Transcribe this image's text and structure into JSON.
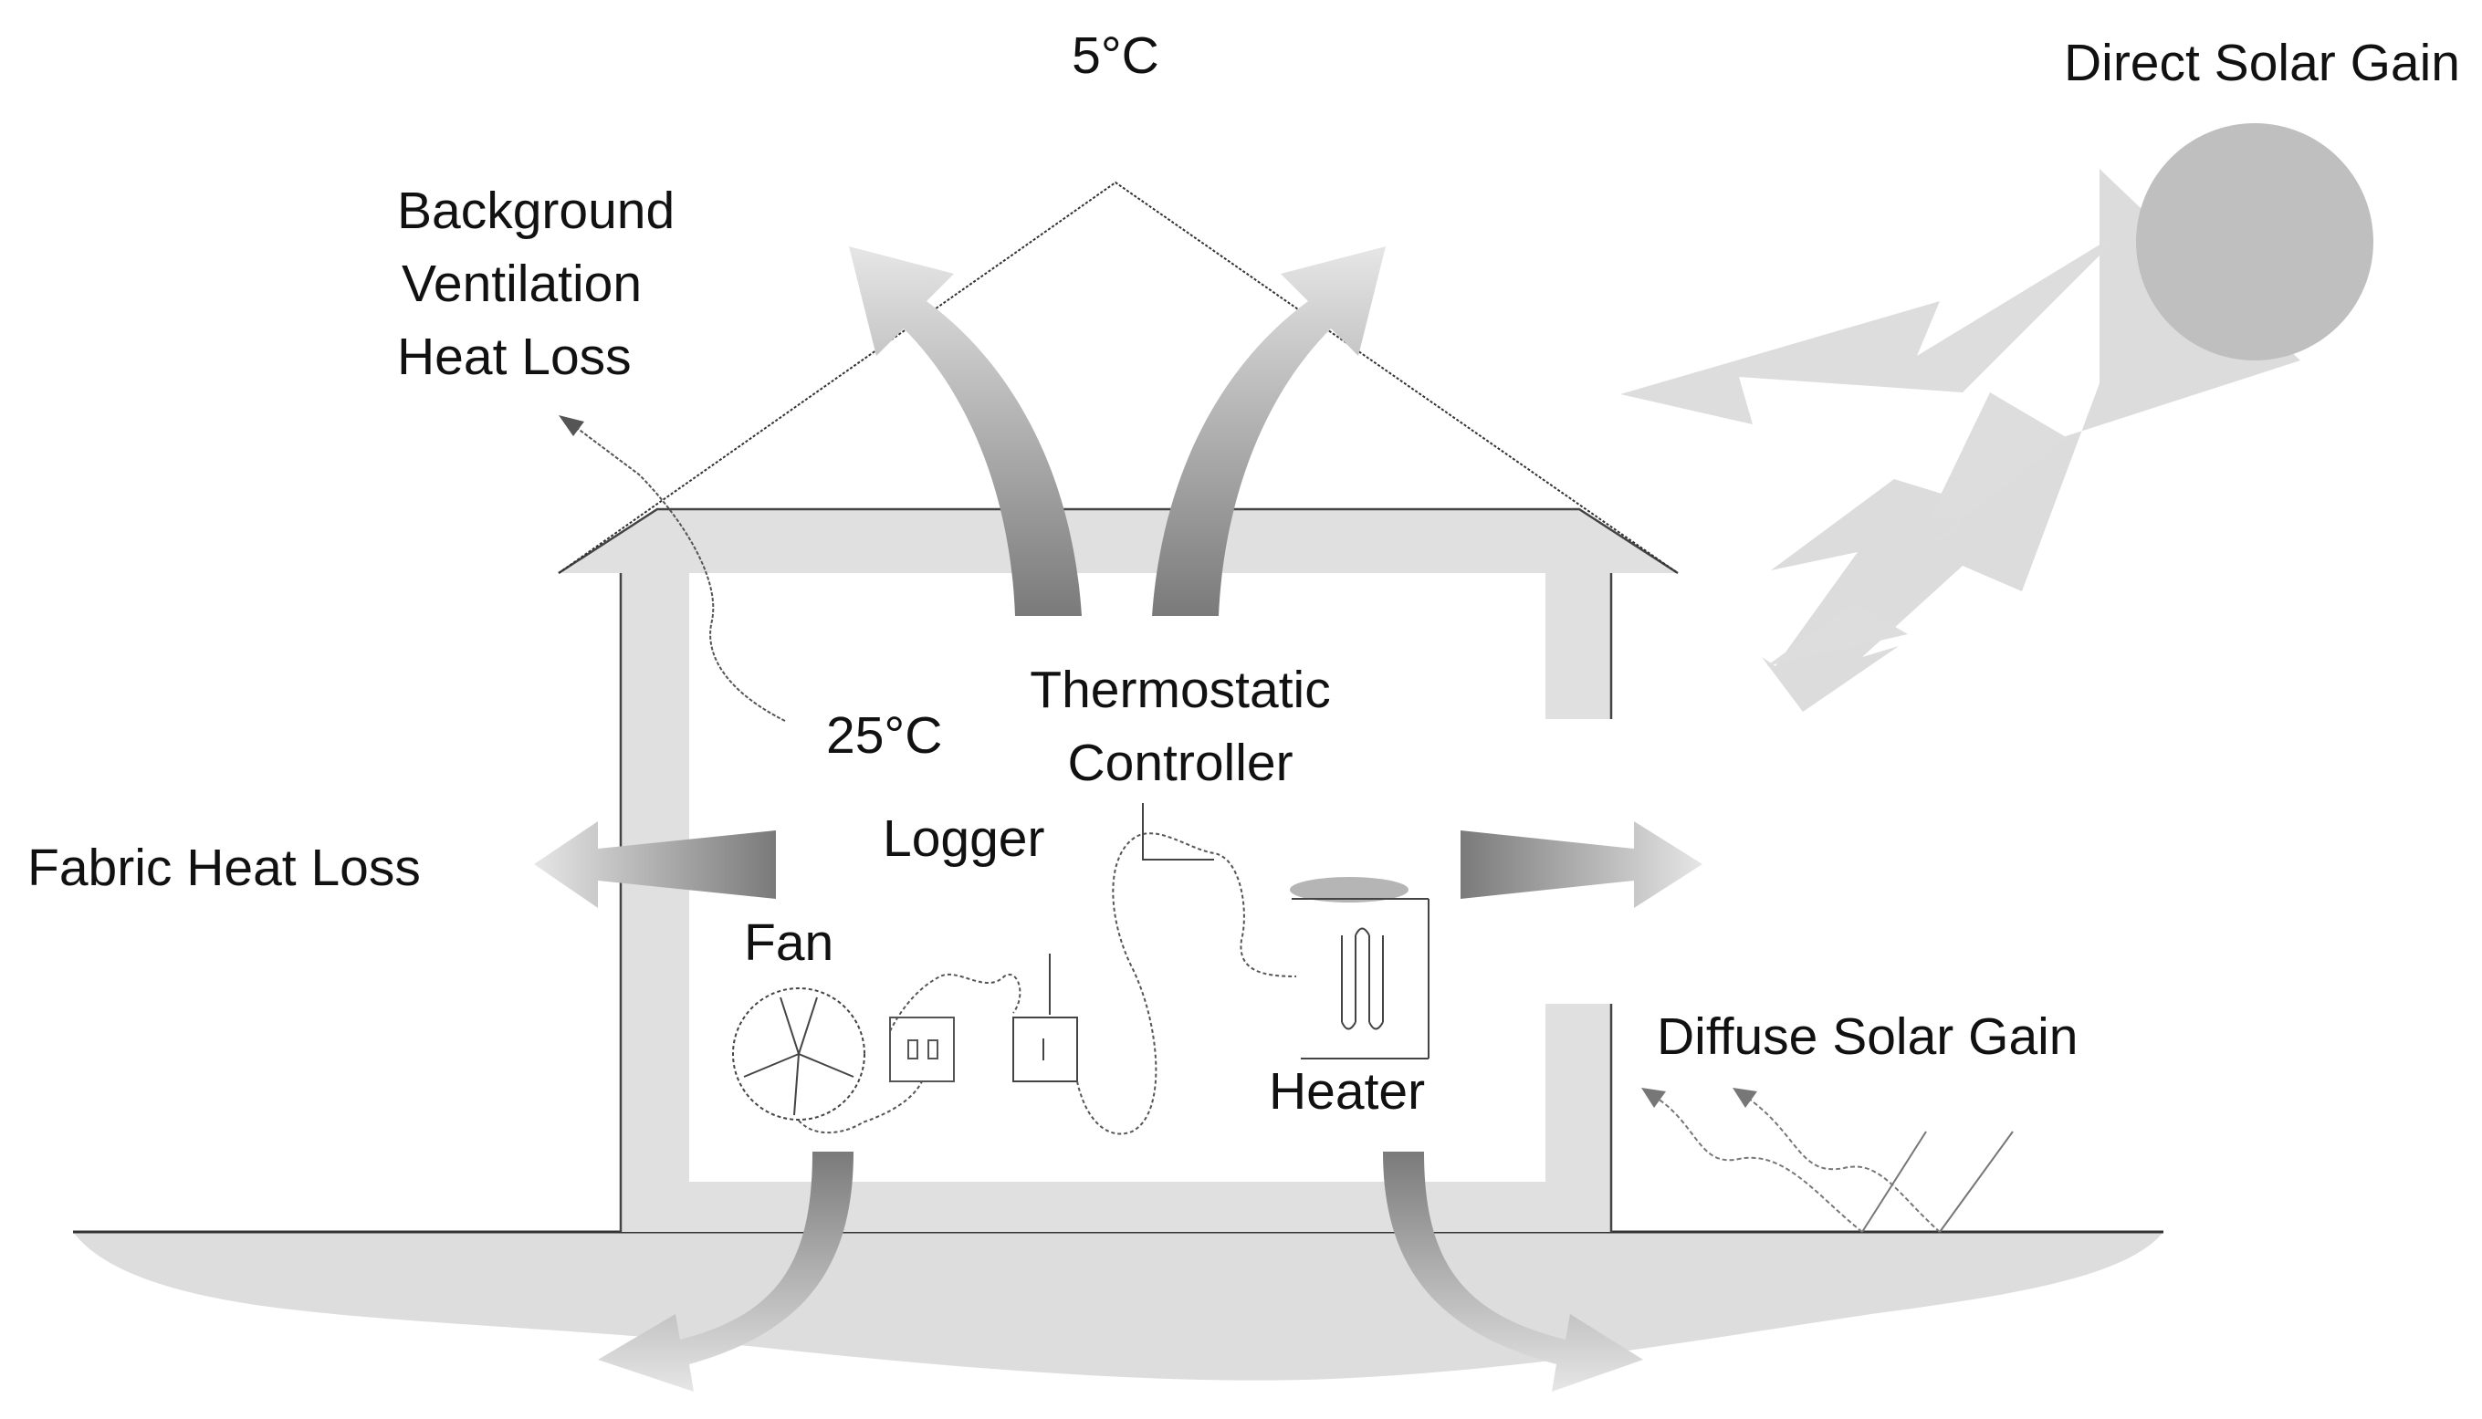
{
  "labels": {
    "outdoor_temp": "5°C",
    "indoor_temp": "25°C",
    "direct_solar_gain": "Direct Solar Gain",
    "background_ventilation_line1": "Background",
    "background_ventilation_line2": "Ventilation",
    "background_ventilation_line3": "Heat Loss",
    "thermostatic_line1": "Thermostatic",
    "thermostatic_line2": "Controller",
    "logger": "Logger",
    "fan": "Fan",
    "heater": "Heater",
    "fabric_heat_loss": "Fabric Heat Loss",
    "diffuse_solar_gain": "Diffuse Solar Gain"
  },
  "colors": {
    "arrow_dark": "#7a7a7a",
    "arrow_light": "#e4e4e4",
    "wall_fill": "#e0e0e0",
    "ground_fill": "#dddddd",
    "sun_disk": "#bfbfbf",
    "solar_beam": "#dcdcdc",
    "line": "#333333",
    "text": "#111111"
  }
}
